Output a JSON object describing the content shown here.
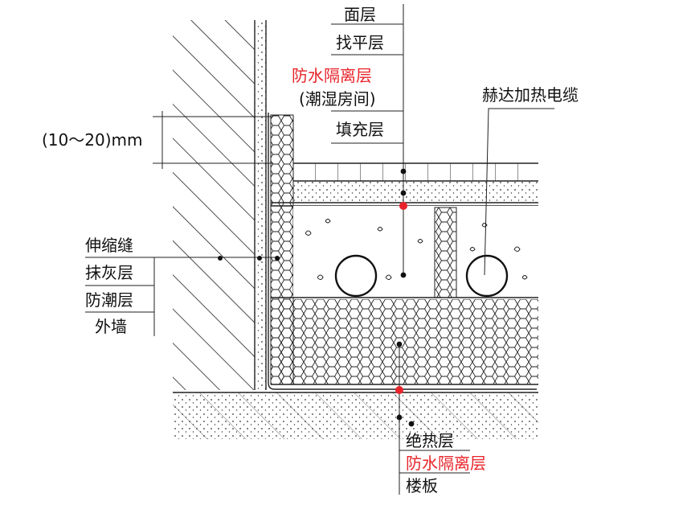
{
  "colors": {
    "ink": "#1a1a1a",
    "highlight": "#e8242a",
    "background": "#ffffff"
  },
  "labels": {
    "top_stack": [
      "面层",
      "找平层",
      "防水隔离层",
      "(潮湿房间)",
      "填充层"
    ],
    "cable": "赫达加热电缆",
    "dimension": "(10～20)mm",
    "left_stack": [
      "伸缩缝",
      "抹灰层",
      "防潮层",
      "外墙"
    ],
    "bottom_stack": [
      "绝热层",
      "防水隔离层",
      "楼板"
    ]
  },
  "highlighted_labels": [
    "防水隔离层"
  ]
}
